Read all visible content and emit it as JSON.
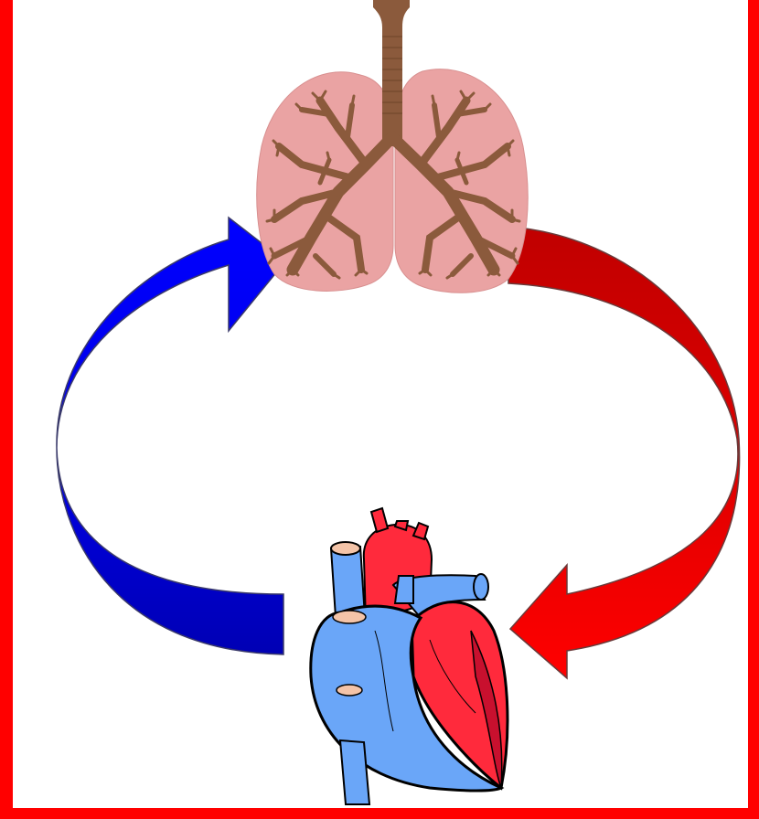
{
  "diagram": {
    "nodes": [
      {
        "id": "lungs",
        "icon": "lungs-icon"
      },
      {
        "id": "heart",
        "icon": "heart-icon"
      }
    ],
    "edges": [
      {
        "from": "heart",
        "to": "lungs",
        "side": "left",
        "color": "#0000ee",
        "icon": "blue-arrow-icon"
      },
      {
        "from": "lungs",
        "to": "heart",
        "side": "right",
        "color": "#ee0000",
        "icon": "red-arrow-icon"
      }
    ]
  },
  "colors": {
    "frame": "#ff0000",
    "background": "#ffffff",
    "lung_tissue": "#eaa3a3",
    "airway": "#8b5a3c",
    "deoxygenated_blood": "#6aa6f8",
    "oxygenated_blood": "#ff2a3c",
    "blue_arrow": "#0000ee",
    "red_arrow": "#ee0000"
  }
}
